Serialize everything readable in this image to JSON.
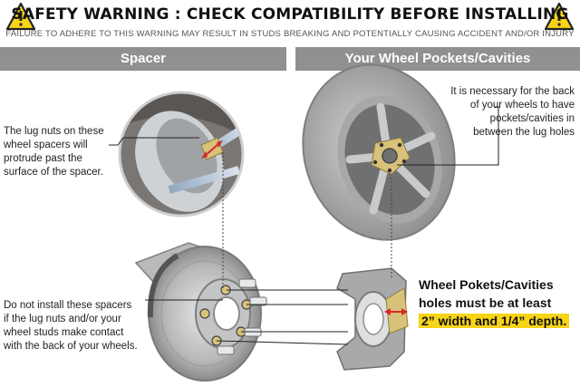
{
  "header": {
    "title": "SAFETY WARNING : CHECK COMPATIBILITY BEFORE INSTALLING",
    "subtitle": "FAILURE TO ADHERE TO THIS WARNING MAY RESULT IN  STUDS BREAKING AND POTENTIALLY CAUSING ACCIDENT AND/OR INJURY"
  },
  "sections": {
    "left_title": "Spacer",
    "right_title": "Your Wheel Pockets/Cavities"
  },
  "notes": {
    "lug_nuts_protrude": [
      "The lug nuts on these",
      "wheel spacers will",
      "protrude past the",
      "surface of the spacer."
    ],
    "pockets_required": [
      "It is necessary for the back",
      "of your wheels to have",
      "pockets/cavities in",
      "between the lug holes"
    ],
    "do_not_install": [
      "Do not install these spacers",
      "if the lug nuts and/or your",
      "wheel studs make contact",
      "with the back of your wheels."
    ]
  },
  "callout": {
    "line1": "Wheel Pokets/Cavities",
    "line2": "holes must be at least",
    "line3": "2” width and 1/4” depth."
  },
  "colors": {
    "warning_yellow": "#f7d417",
    "band_gray": "#8f9092",
    "spacer_gold": "#d8c27a",
    "arrow_red": "#d62a2a"
  }
}
